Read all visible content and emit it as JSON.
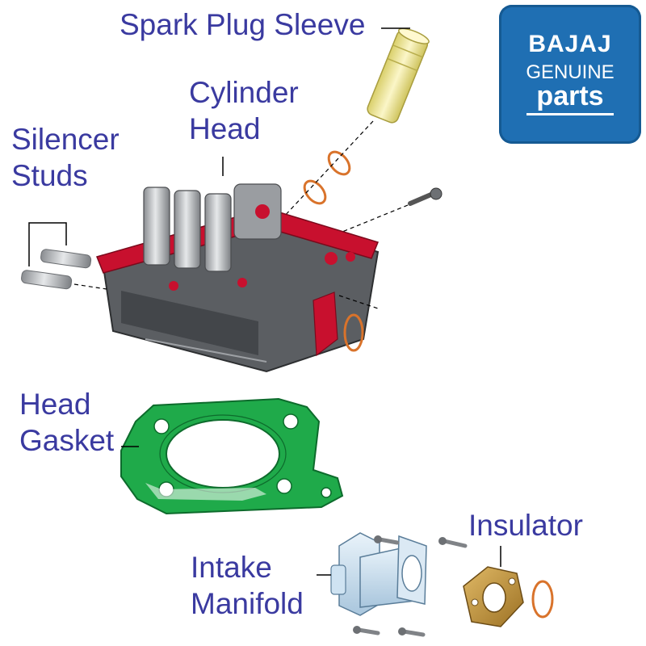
{
  "labels": {
    "spark_plug_sleeve": "Spark Plug Sleeve",
    "cylinder_head_1": "Cylinder",
    "cylinder_head_2": "Head",
    "silencer_studs_1": "Silencer",
    "silencer_studs_2": "Studs",
    "head_gasket_1": "Head",
    "head_gasket_2": "Gasket",
    "insulator": "Insulator",
    "intake_manifold_1": "Intake",
    "intake_manifold_2": "Manifold"
  },
  "logo": {
    "brand": "BAJAJ",
    "line1": "GENUINE",
    "line2": "parts"
  },
  "colors": {
    "label_text": "#3a3aa0",
    "logo_bg": "#1f6fb3",
    "gasket": "#1faa4a",
    "head_red": "#c8102e",
    "metal": "#b9bcc0",
    "sleeve": "#f1e89a",
    "oring": "#d9732b",
    "insulator": "#c89a3c",
    "manifold": "#cfe3f2"
  }
}
